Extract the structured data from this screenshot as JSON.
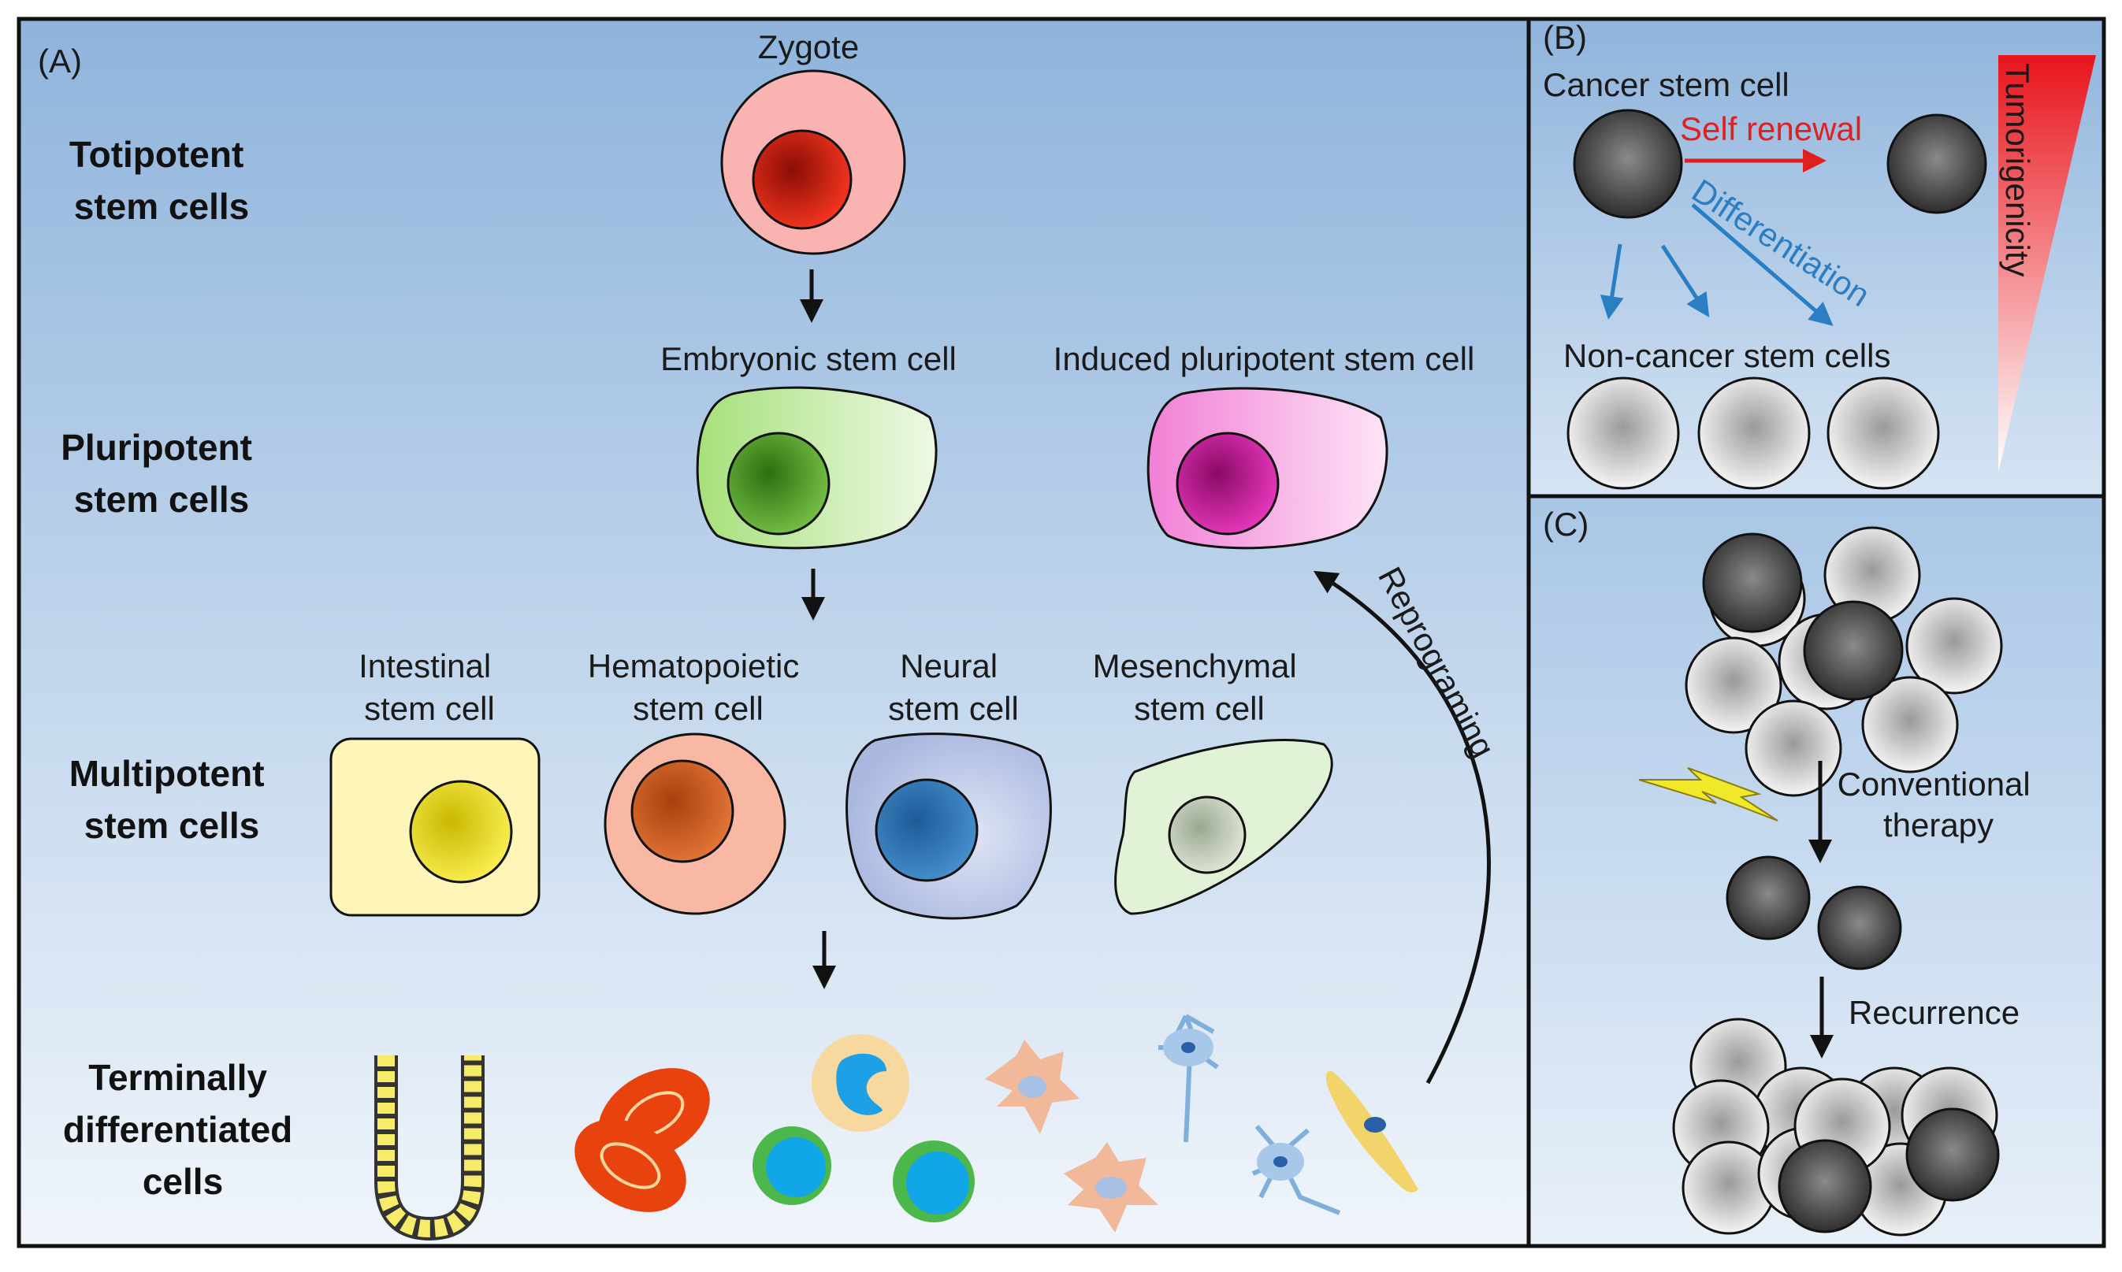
{
  "panelA": {
    "label": "(A)",
    "row_labels": {
      "totipotent": [
        "Totipotent",
        "stem cells"
      ],
      "pluripotent": [
        "Pluripotent",
        "stem cells"
      ],
      "multipotent": [
        "Multipotent",
        "stem cells"
      ],
      "terminal": [
        "Terminally",
        "differentiated",
        "cells"
      ]
    },
    "zygote": "Zygote",
    "embryonic": "Embryonic stem cell",
    "ipsc": "Induced pluripotent stem cell",
    "intestinal": [
      "Intestinal",
      "stem cell"
    ],
    "hematopoietic": [
      "Hematopoietic",
      "stem cell"
    ],
    "neural": [
      "Neural",
      "stem cell"
    ],
    "mesenchymal": [
      "Mesenchymal",
      "stem cell"
    ],
    "reprogramming": "Reprograming"
  },
  "panelB": {
    "label": "(B)",
    "cancer_stem_cell": "Cancer stem cell",
    "self_renewal": "Self renewal",
    "differentiation": "Differentiation",
    "non_cancer": "Non-cancer stem cells",
    "tumorigenicity": "Tumorigenicity"
  },
  "panelC": {
    "label": "(C)",
    "therapy": [
      "Conventional",
      "therapy"
    ],
    "recurrence": "Recurrence"
  },
  "colors": {
    "self_renewal": "#e02020",
    "differentiation": "#2a7fc4",
    "zygote_nucleus": "#c41a10",
    "embryonic_nucleus": "#3a8a1a",
    "ipsc_nucleus": "#c0108e",
    "tumorigenicity_gradient": "#e8141c"
  }
}
